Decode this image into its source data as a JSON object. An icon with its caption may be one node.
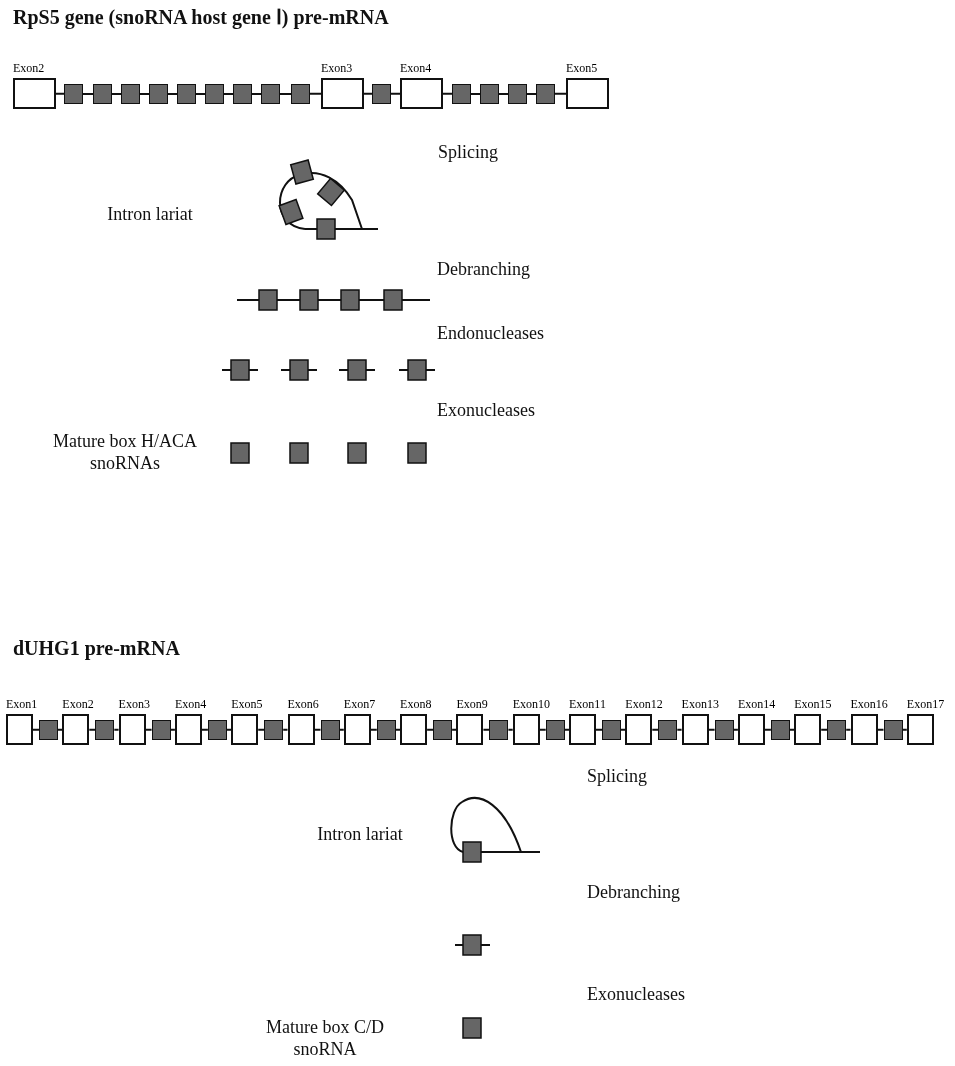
{
  "diagram": {
    "nodes": [
      {
        "text": [
          "Exon2"
        ]
      },
      {
        "text": [],
        "shape": "box"
      },
      {
        "text": [],
        "shape": "box"
      },
      {
        "text": [],
        "shape": "box"
      },
      {
        "text": [],
        "shape": "box"
      },
      {
        "text": [],
        "shape": "box"
      },
      {
        "text": [],
        "shape": "box"
      },
      {
        "text": [],
        "shape": "box"
      },
      {
        "text": [],
        "shape": "box"
      },
      {
        "text": [],
        "shape": "box"
      },
      {
        "text": [
          "Exon3"
        ]
      },
      {
        "text": [],
        "shape": "box"
      },
      {
        "text": [
          "Exon4"
        ]
      },
      {
        "text": [],
        "shape": "box"
      },
      {
        "text": [],
        "shape": "box"
      },
      {
        "text": [],
        "shape": "box"
      },
      {
        "text": [],
        "shape": "box"
      },
      {
        "text": [
          "Exon5"
        ]
      },
      {
        "text": [
          "Exon1"
        ]
      },
      {
        "text": [],
        "shape": "box"
      },
      {
        "text": [
          "Exon2"
        ]
      },
      {
        "text": [],
        "shape": "box"
      },
      {
        "text": [
          "Exon3"
        ]
      },
      {
        "text": [],
        "shape": "box"
      },
      {
        "text": [
          "Exon4"
        ]
      },
      {
        "text": [],
        "shape": "box"
      },
      {
        "text": [
          "Exon5"
        ]
      },
      {
        "text": [],
        "shape": "box"
      },
      {
        "text": [
          "Exon6"
        ]
      },
      {
        "text": [],
        "shape": "box"
      },
      {
        "text": [
          "Exon7"
        ]
      },
      {
        "text": [],
        "shape": "box"
      },
      {
        "text": [
          "Exon8"
        ]
      },
      {
        "text": [],
        "shape": "box"
      },
      {
        "text": [
          "Exon9"
        ]
      },
      {
        "text": [],
        "shape": "box"
      },
      {
        "text": [
          "Exon10"
        ]
      },
      {
        "text": [],
        "shape": "box"
      },
      {
        "text": [
          "Exon11"
        ]
      },
      {
        "text": [],
        "shape": "box"
      },
      {
        "text": [
          "Exon12"
        ]
      },
      {
        "text": [],
        "shape": "box"
      },
      {
        "text": [
          "Exon13"
        ]
      },
      {
        "text": [],
        "shape": "box"
      },
      {
        "text": [
          "Exon14"
        ]
      },
      {
        "text": [],
        "shape": "box"
      },
      {
        "text": [
          "Exon15"
        ]
      },
      {
        "text": [],
        "shape": "box"
      },
      {
        "text": [
          "Exon16"
        ]
      },
      {
        "text": [],
        "shape": "box"
      },
      {
        "text": [
          "Exon17"
        ]
      }
    ],
    "edges": [
      {
        "from": 0,
        "to": 1,
        "arrow": "none"
      },
      {
        "from": 1,
        "to": 2,
        "arrow": "none"
      },
      {
        "from": 2,
        "to": 3,
        "arrow": "none"
      },
      {
        "from": 3,
        "to": 4,
        "arrow": "none"
      },
      {
        "from": 4,
        "to": 5,
        "arrow": "none"
      },
      {
        "from": 5,
        "to": 6,
        "arrow": "none"
      },
      {
        "from": 6,
        "to": 7,
        "arrow": "none"
      },
      {
        "from": 7,
        "to": 8,
        "arrow": "none"
      },
      {
        "from": 8,
        "to": 9,
        "arrow": "none"
      },
      {
        "from": 9,
        "to": 10,
        "arrow": "none"
      },
      {
        "from": 10,
        "to": 11,
        "arrow": "none"
      },
      {
        "from": 11,
        "to": 12,
        "arrow": "none"
      },
      {
        "from": 12,
        "to": 13,
        "arrow": "none"
      },
      {
        "from": 13,
        "to": 14,
        "arrow": "none"
      },
      {
        "from": 14,
        "to": 15,
        "arrow": "none"
      },
      {
        "from": 15,
        "to": 16,
        "arrow": "none"
      },
      {
        "from": 16,
        "to": 17,
        "arrow": "none"
      },
      {
        "from": 18,
        "to": 19,
        "arrow": "none"
      },
      {
        "from": 19,
        "to": 20,
        "arrow": "none"
      },
      {
        "from": 20,
        "to": 21,
        "arrow": "none"
      },
      {
        "from": 21,
        "to": 22,
        "arrow": "none"
      },
      {
        "from": 22,
        "to": 23,
        "arrow": "none"
      },
      {
        "from": 23,
        "to": 24,
        "arrow": "none"
      },
      {
        "from": 24,
        "to": 25,
        "arrow": "none"
      },
      {
        "from": 25,
        "to": 26,
        "arrow": "none"
      },
      {
        "from": 26,
        "to": 27,
        "arrow": "none"
      },
      {
        "from": 27,
        "to": 28,
        "arrow": "none"
      },
      {
        "from": 28,
        "to": 29,
        "arrow": "none"
      },
      {
        "from": 29,
        "to": 30,
        "arrow": "none"
      },
      {
        "from": 30,
        "to": 31,
        "arrow": "none"
      },
      {
        "from": 31,
        "to": 32,
        "arrow": "none"
      },
      {
        "from": 32,
        "to": 33,
        "arrow": "none"
      },
      {
        "from": 33,
        "to": 34,
        "arrow": "none"
      },
      {
        "from": 34,
        "to": 35,
        "arrow": "none"
      },
      {
        "from": 35,
        "to": 36,
        "arrow": "none"
      },
      {
        "from": 36,
        "to": 37,
        "arrow": "none"
      },
      {
        "from": 37,
        "to": 38,
        "arrow": "none"
      },
      {
        "from": 38,
        "to": 39,
        "arrow": "none"
      },
      {
        "from": 39,
        "to": 40,
        "arrow": "none"
      },
      {
        "from": 40,
        "to": 41,
        "arrow": "none"
      },
      {
        "from": 41,
        "to": 42,
        "arrow": "none"
      },
      {
        "from": 42,
        "to": 43,
        "arrow": "none"
      },
      {
        "from": 43,
        "to": 44,
        "arrow": "none"
      },
      {
        "from": 44,
        "to": 45,
        "arrow": "none"
      },
      {
        "from": 45,
        "to": 46,
        "arrow": "none"
      },
      {
        "from": 46,
        "to": 47,
        "arrow": "none"
      },
      {
        "from": 47,
        "to": 48,
        "arrow": "none"
      },
      {
        "from": 48,
        "to": 49,
        "arrow": "none"
      },
      {
        "from": 49,
        "to": 50,
        "arrow": "none"
      }
    ],
    "labels": [
      "RpS5 gene (snoRNA host gene Ⅰ) pre-mRNA",
      "Splicing",
      "Intron lariat",
      "Debranching",
      "Endonucleases",
      "Exonucleases",
      "Mature box H/ACA snoRNAs",
      "dUHG1 pre-mRNA",
      "Splicing",
      "Intron lariat",
      "Debranching",
      "Exonucleases",
      "Mature box C/D snoRNA"
    ]
  }
}
